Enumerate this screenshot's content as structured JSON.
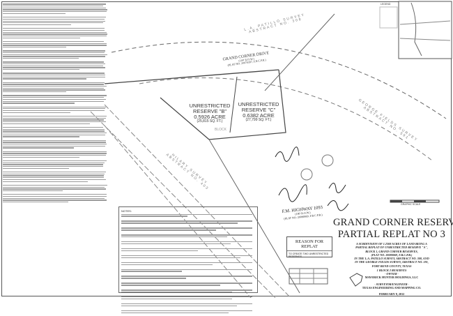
{
  "reserve_b": {
    "name": "UNRESTRICTED",
    "reserve": "RESERVE \"B\"",
    "acre": "0.5926 ACRE",
    "sqft": "(25,815 SQ. FT.)"
  },
  "reserve_c": {
    "name": "UNRESTRICTED",
    "reserve": "RESERVE \"C\"",
    "acre": "0.6382 ACRE",
    "sqft": "(27,799 SQ. FT.)"
  },
  "block_label": "BLOCK",
  "street": {
    "name": "GRAND CORNER DRIVE",
    "row": "(100' R.O.W.)",
    "plat": "(PLAT NO. 20070397, F.B.C.P.R.)"
  },
  "highway": {
    "name": "F.M. HIGHWAY 1093",
    "row": "(100' R.O.W.)",
    "plat": "(PLAT NO. 20080069, F.B.C.P.R.)"
  },
  "surveys": {
    "patillo": "L.A. PATILLO SURVEY ABSTRACT NO. 308",
    "george": "GEORGE FIELDS SURVEY ABSTRACT NO. 591",
    "hilary": "HILARY SURVEY ABSTRACT NO. 403"
  },
  "legend_title": "LEGEND",
  "reason": {
    "title": "REASON FOR REPLAT",
    "text": "TO CREATE TWO UNRESTRICTED RESERVES"
  },
  "notes_title": "NOTES:",
  "title_block": {
    "line1": "GRAND CORNER RESERVES",
    "line2": "PARTIAL REPLAT NO 3",
    "description": [
      "A SUBDIVISION OF 1.2308 ACRES OF LAND BEING A",
      "PARTIAL REPLAT OF UNRESTRICTED RESERVE \"A\",",
      "BLOCK 1, GRAND CORNER RESERVES,",
      "(PLAT NO. 20080069, F.B.C.P.R.)",
      "IN THE L.A. PATILLO SURVEY, ABSTRACT NO. 308, AND",
      "IN THE GEORGE FIELDS SURVEY, ABSTRACT NO. 591,",
      "FORT BEND COUNTY, TEXAS"
    ],
    "counts": "1 BLOCK        2 RESERVES",
    "owner_hdr": "- OWNER -",
    "owner": "MAVERICK HUNTER HOLDINGS, LLC",
    "surveyor_hdr": "- SURVEYOR/ENGINEER -",
    "surveyor": "TEXAS ENGINEERING AND MAPPING CO.",
    "date": "FEBRUARY 8, 2012"
  },
  "graphic_scale": "GRAPHIC SCALE"
}
